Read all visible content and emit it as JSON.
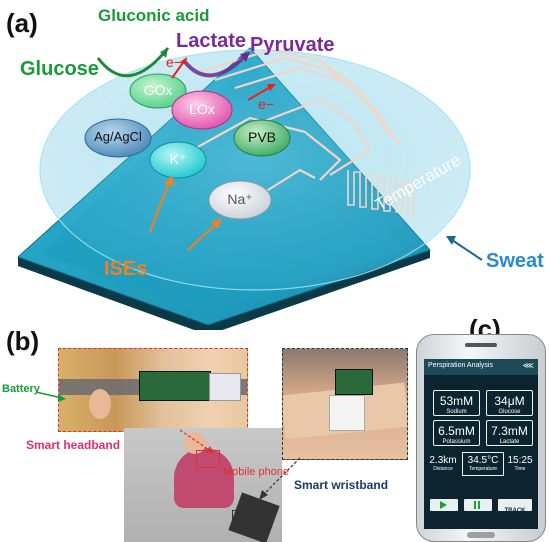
{
  "panel_a": {
    "label": "(a)",
    "analytes": {
      "glucose": "Glucose",
      "gluconic_acid": "Gluconic acid",
      "lactate": "Lactate",
      "pyruvate": "Pyruvate",
      "electron1": "e−",
      "electron2": "e−"
    },
    "sensors": {
      "gox": "GOx",
      "lox": "LOx",
      "agagcl": "Ag/AgCl",
      "pvb": "PVB",
      "k": "K⁺",
      "na": "Na⁺"
    },
    "annotations": {
      "ises": "ISEs",
      "temperature": "Temperature",
      "sweat": "Sweat"
    },
    "colors": {
      "glucose": "#1a9a3a",
      "lactate": "#7a2a9a",
      "ises": "#f08020",
      "sweat": "#2a8ad0",
      "board": "#23a8c8"
    }
  },
  "panel_b": {
    "label": "(b)",
    "battery": "Battery",
    "smart_headband": "Smart headband",
    "mobile_phone": "Mobile phone",
    "smart_wristband": "Smart wristband"
  },
  "panel_c": {
    "label": "(c)",
    "app_title": "Perspiration Analysis",
    "metrics": [
      {
        "value": "53mM",
        "label": "Sodium"
      },
      {
        "value": "34μM",
        "label": "Glucose"
      },
      {
        "value": "6.5mM",
        "label": "Potassium"
      },
      {
        "value": "7.3mM",
        "label": "Lactate"
      }
    ],
    "stats": [
      {
        "value": "2.3km",
        "label": "Distance"
      },
      {
        "value": "34.5°C",
        "label": "Temperature"
      },
      {
        "value": "15:25",
        "label": "Time"
      }
    ],
    "track_label": "TRACK"
  }
}
